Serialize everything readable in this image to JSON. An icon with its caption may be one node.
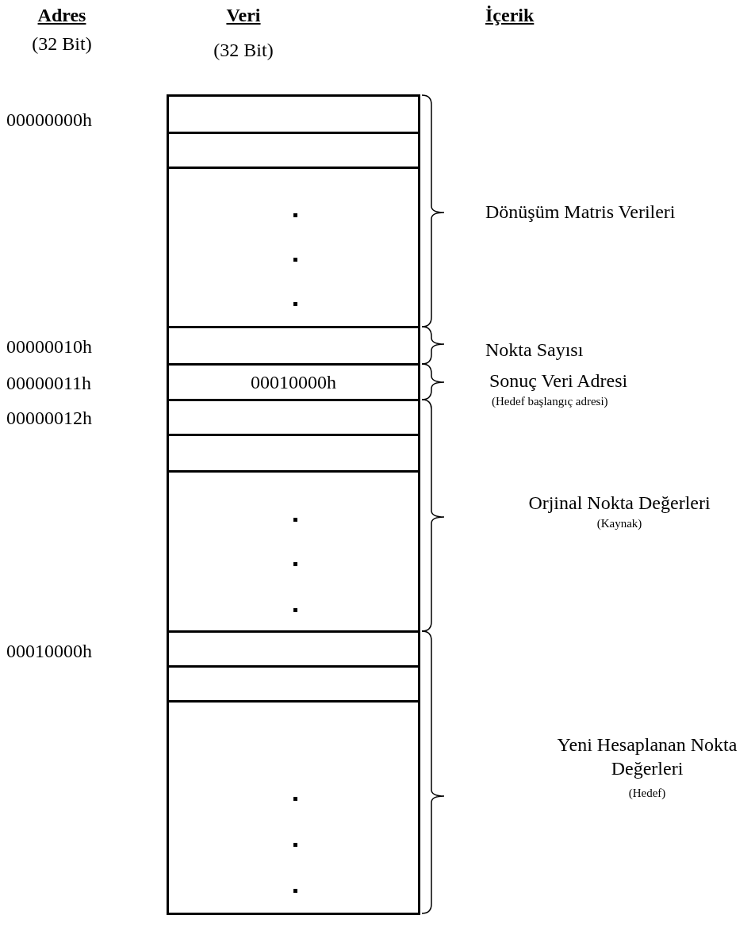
{
  "diagram": {
    "nodes": [
      {
        "text": [],
        "shape": "box"
      },
      {
        "text": [],
        "shape": "box"
      },
      {
        "text": [],
        "shape": "box"
      },
      {
        "text": [],
        "shape": "box"
      },
      {
        "text": [
          "00010000h"
        ]
      },
      {
        "text": [],
        "shape": "box"
      },
      {
        "text": [],
        "shape": "box"
      },
      {
        "text": [],
        "shape": "box"
      },
      {
        "text": [],
        "shape": "box"
      },
      {
        "text": [],
        "shape": "box"
      },
      {
        "text": [],
        "shape": "box"
      }
    ],
    "labels": [
      "Adres",
      "Veri",
      "İçerik",
      "(32 Bit)",
      "(32 Bit)",
      "00000000h",
      "Dönüşüm Matris Verileri",
      "00000010h",
      "Nokta Sayısı",
      "00000011h",
      "Sonuç Veri Adresi",
      "(Hedef başlangıç adresi)",
      "00000012h",
      "Orjinal Nokta Değerleri",
      "(Kaynak)",
      "00010000h",
      "Yeni Hesaplanan Nokta Değerleri",
      "(Hedef)"
    ]
  }
}
